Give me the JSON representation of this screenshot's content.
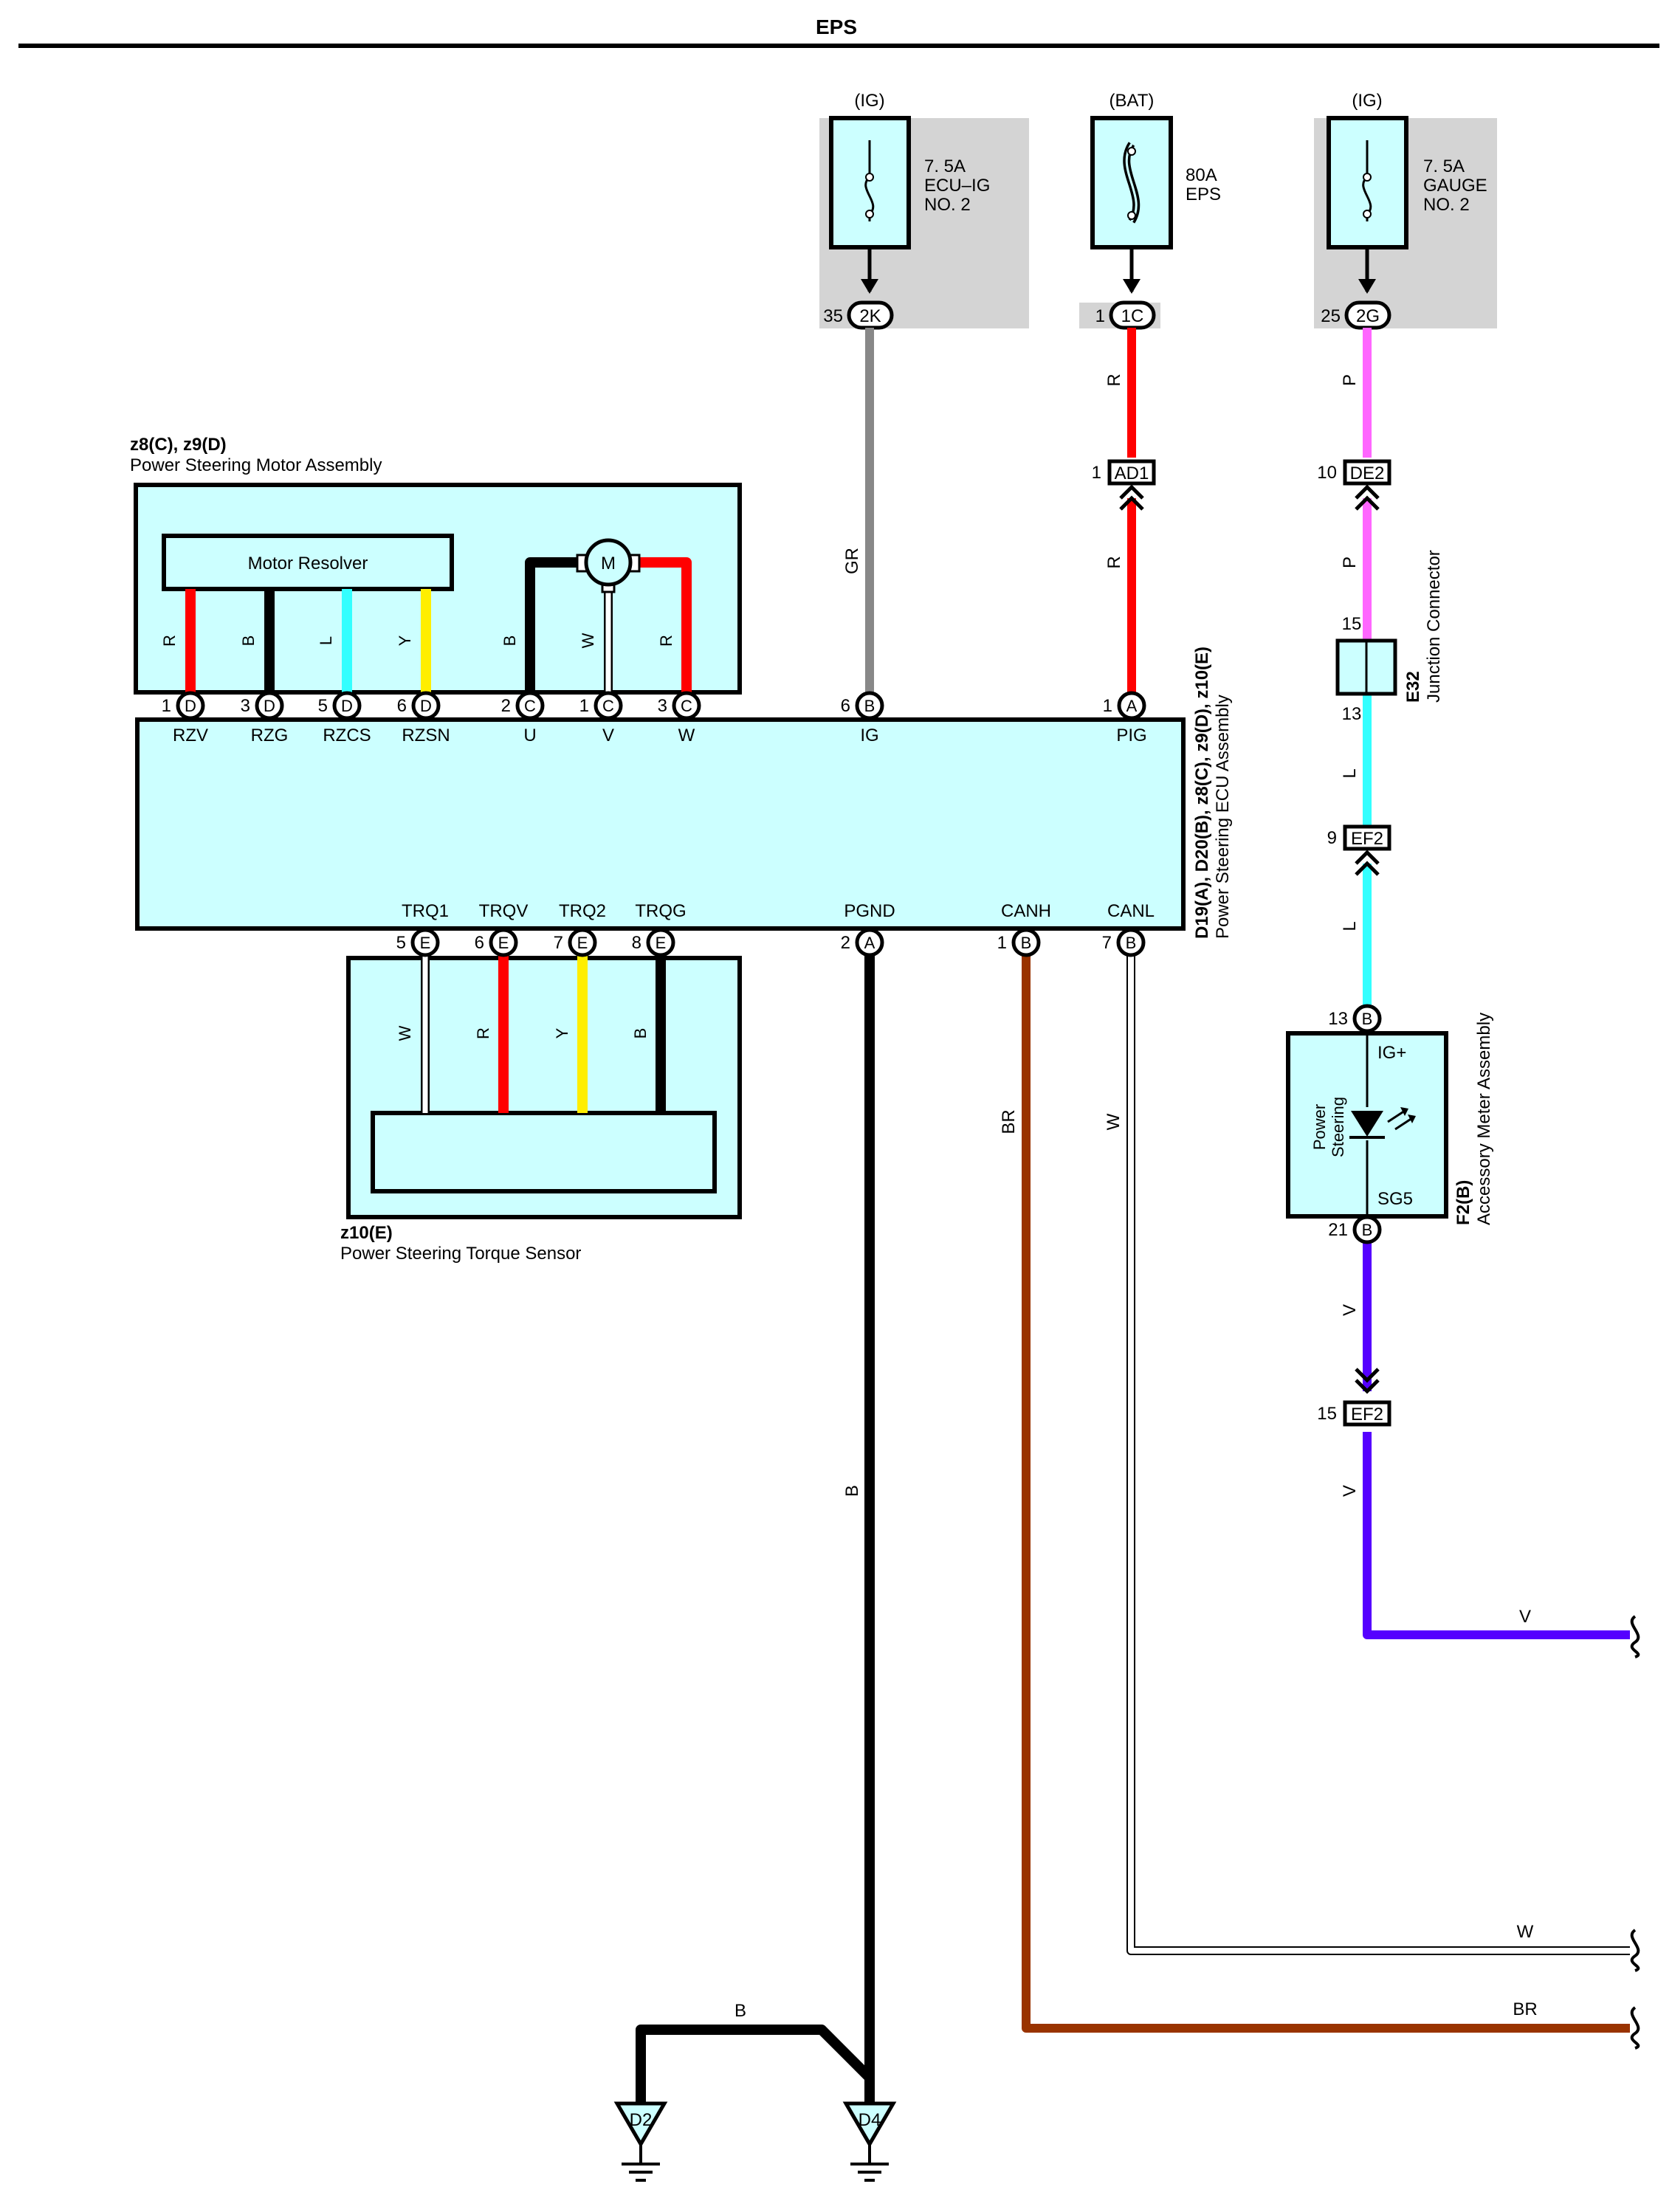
{
  "title": "EPS",
  "colors": {
    "R": "#ff0000",
    "B": "#000000",
    "L": "#33ffff",
    "Y": "#ffee00",
    "W": "#ffffff",
    "GR": "#888888",
    "P": "#ff66ff",
    "V": "#5500ff",
    "BR": "#993300",
    "box_fill": "#ccffff",
    "fuse_bg": "#d4d4d4"
  },
  "fuses": [
    {
      "supply": "(IG)",
      "lines": [
        "7. 5A",
        "ECU–IG",
        "NO. 2"
      ],
      "pin": "35",
      "connector": "2K",
      "type": "small",
      "outlined_bg": false
    },
    {
      "supply": "(BAT)",
      "lines": [
        "80A",
        "EPS"
      ],
      "pin": "1",
      "connector": "1C",
      "type": "large",
      "outlined_bg": false
    },
    {
      "supply": "(IG)",
      "lines": [
        "7. 5A",
        "GAUGE",
        "NO. 2"
      ],
      "pin": "25",
      "connector": "2G",
      "type": "small",
      "outlined_bg": false
    }
  ],
  "motor_assembly": {
    "id": "z8(C), z9(D)",
    "name": "Power Steering Motor Assembly",
    "resolver_label": "Motor Resolver",
    "motor_label": "M",
    "wires": [
      {
        "color": "R",
        "pin": "1",
        "conn": "D",
        "signal": "RZV"
      },
      {
        "color": "B",
        "pin": "3",
        "conn": "D",
        "signal": "RZG"
      },
      {
        "color": "L",
        "pin": "5",
        "conn": "D",
        "signal": "RZCS"
      },
      {
        "color": "Y",
        "pin": "6",
        "conn": "D",
        "signal": "RZSN"
      },
      {
        "color": "B",
        "pin": "2",
        "conn": "C",
        "signal": "U"
      },
      {
        "color": "W",
        "pin": "1",
        "conn": "C",
        "signal": "V"
      },
      {
        "color": "R",
        "pin": "3",
        "conn": "C",
        "signal": "W"
      }
    ]
  },
  "ecu": {
    "id": "D19(A), D20(B), z8(C), z9(D), z10(E)",
    "name": "Power Steering ECU Assembly",
    "top_pins": [
      {
        "pin": "6",
        "conn": "B",
        "signal": "IG",
        "wire": "GR"
      },
      {
        "pin": "1",
        "conn": "A",
        "signal": "PIG",
        "wire": "R"
      }
    ],
    "bottom_pins": [
      {
        "pin": "5",
        "conn": "E",
        "signal": "TRQ1"
      },
      {
        "pin": "6",
        "conn": "E",
        "signal": "TRQV"
      },
      {
        "pin": "7",
        "conn": "E",
        "signal": "TRQ2"
      },
      {
        "pin": "8",
        "conn": "E",
        "signal": "TRQG"
      },
      {
        "pin": "2",
        "conn": "A",
        "signal": "PGND"
      },
      {
        "pin": "1",
        "conn": "B",
        "signal": "CANH"
      },
      {
        "pin": "7",
        "conn": "B",
        "signal": "CANL"
      }
    ]
  },
  "torque_sensor": {
    "id": "z10(E)",
    "name": "Power Steering Torque Sensor",
    "wires": [
      "W",
      "R",
      "Y",
      "B"
    ]
  },
  "connectors": {
    "AD1": {
      "pin": "1",
      "name": "AD1"
    },
    "DE2": {
      "pin": "10",
      "name": "DE2"
    },
    "EF2a": {
      "pin": "9",
      "name": "EF2"
    },
    "EF2b": {
      "pin": "15",
      "name": "EF2"
    }
  },
  "junction": {
    "id": "E32",
    "name": "Junction Connector",
    "pin_in": "15",
    "pin_out": "13"
  },
  "meter": {
    "id": "F2(B)",
    "name": "Accessory Meter Assembly",
    "pin_top": "13",
    "pin_top_conn": "B",
    "sig_top": "IG+",
    "pin_bot": "21",
    "pin_bot_conn": "B",
    "sig_bot": "SG5",
    "lamp_line1": "Power",
    "lamp_line2": "Steering"
  },
  "wire_labels": {
    "ig": "GR",
    "pig_upper": "R",
    "pig_lower": "R",
    "gauge_p1": "P",
    "gauge_p2": "P",
    "gauge_l1": "L",
    "gauge_l2": "L",
    "meter_v1": "V",
    "meter_v2": "V",
    "out_v": "V",
    "pgnd": "B",
    "ground_link": "B",
    "canh": "BR",
    "canl": "W",
    "out_w": "W",
    "out_br": "BR"
  },
  "grounds": [
    "D2",
    "D4"
  ]
}
